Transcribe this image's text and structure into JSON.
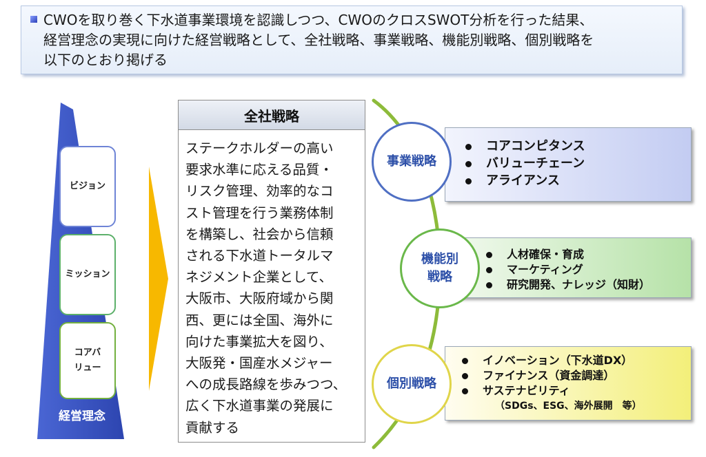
{
  "banner": {
    "lines": [
      "CWOを取り巻く下水道事業環境を認識しつつ、CWOのクロスSWOT分析を行った結果、",
      "経営理念の実現に向けた経営戦略として、全社戦略、事業戦略、機能別戦略、個別戦略を",
      "以下のとおり掲げる"
    ]
  },
  "philosophy": {
    "label": "経営理念",
    "cards": [
      {
        "lines": [
          "ビジョン"
        ]
      },
      {
        "lines": [
          "ミッション"
        ]
      },
      {
        "lines": [
          "コアバ",
          "リュー"
        ]
      }
    ],
    "colors": {
      "trapezoid": "#3a56c8",
      "card1_border": "#6e84d6",
      "card2_border": "#5cb06a",
      "card3_border": "#73b03e"
    }
  },
  "arrow_color": "#f7b800",
  "corporate": {
    "title": "全社戦略",
    "body_lines": [
      "ステークホルダーの高い",
      "要求水準に応える品質・",
      "リスク管理、効率的なコ",
      "スト管理を行う業務体制",
      "を構築し、社会から信頼",
      "される下水道トータルマ",
      "ネジメント企業として、",
      "大阪市、大阪府域から関",
      "西、更には全国、海外に",
      "向けた事業拡大を図り、",
      "大阪発・国産水メジャー",
      "への成長路線を歩みつつ、",
      "広く下水道事業の発展に",
      "貢献する"
    ]
  },
  "strategies": [
    {
      "name_lines": [
        "事業戦略"
      ],
      "color": "#2c4fa8",
      "items": [
        "コアコンピタンス",
        "バリューチェーン",
        "アライアンス"
      ],
      "sub": ""
    },
    {
      "name_lines": [
        "機能別",
        "戦略"
      ],
      "color": "#2c4fa8",
      "items": [
        "人材確保・育成",
        "マーケティング",
        "研究開発、ナレッジ（知財）"
      ],
      "sub": ""
    },
    {
      "name_lines": [
        "個別戦略"
      ],
      "color": "#2c4fa8",
      "items": [
        "イノベーション（下水道DX）",
        "ファイナンス（資金調達）",
        "サステナビリティ"
      ],
      "sub": "（SDGs、ESG、海外展開　等）"
    }
  ]
}
